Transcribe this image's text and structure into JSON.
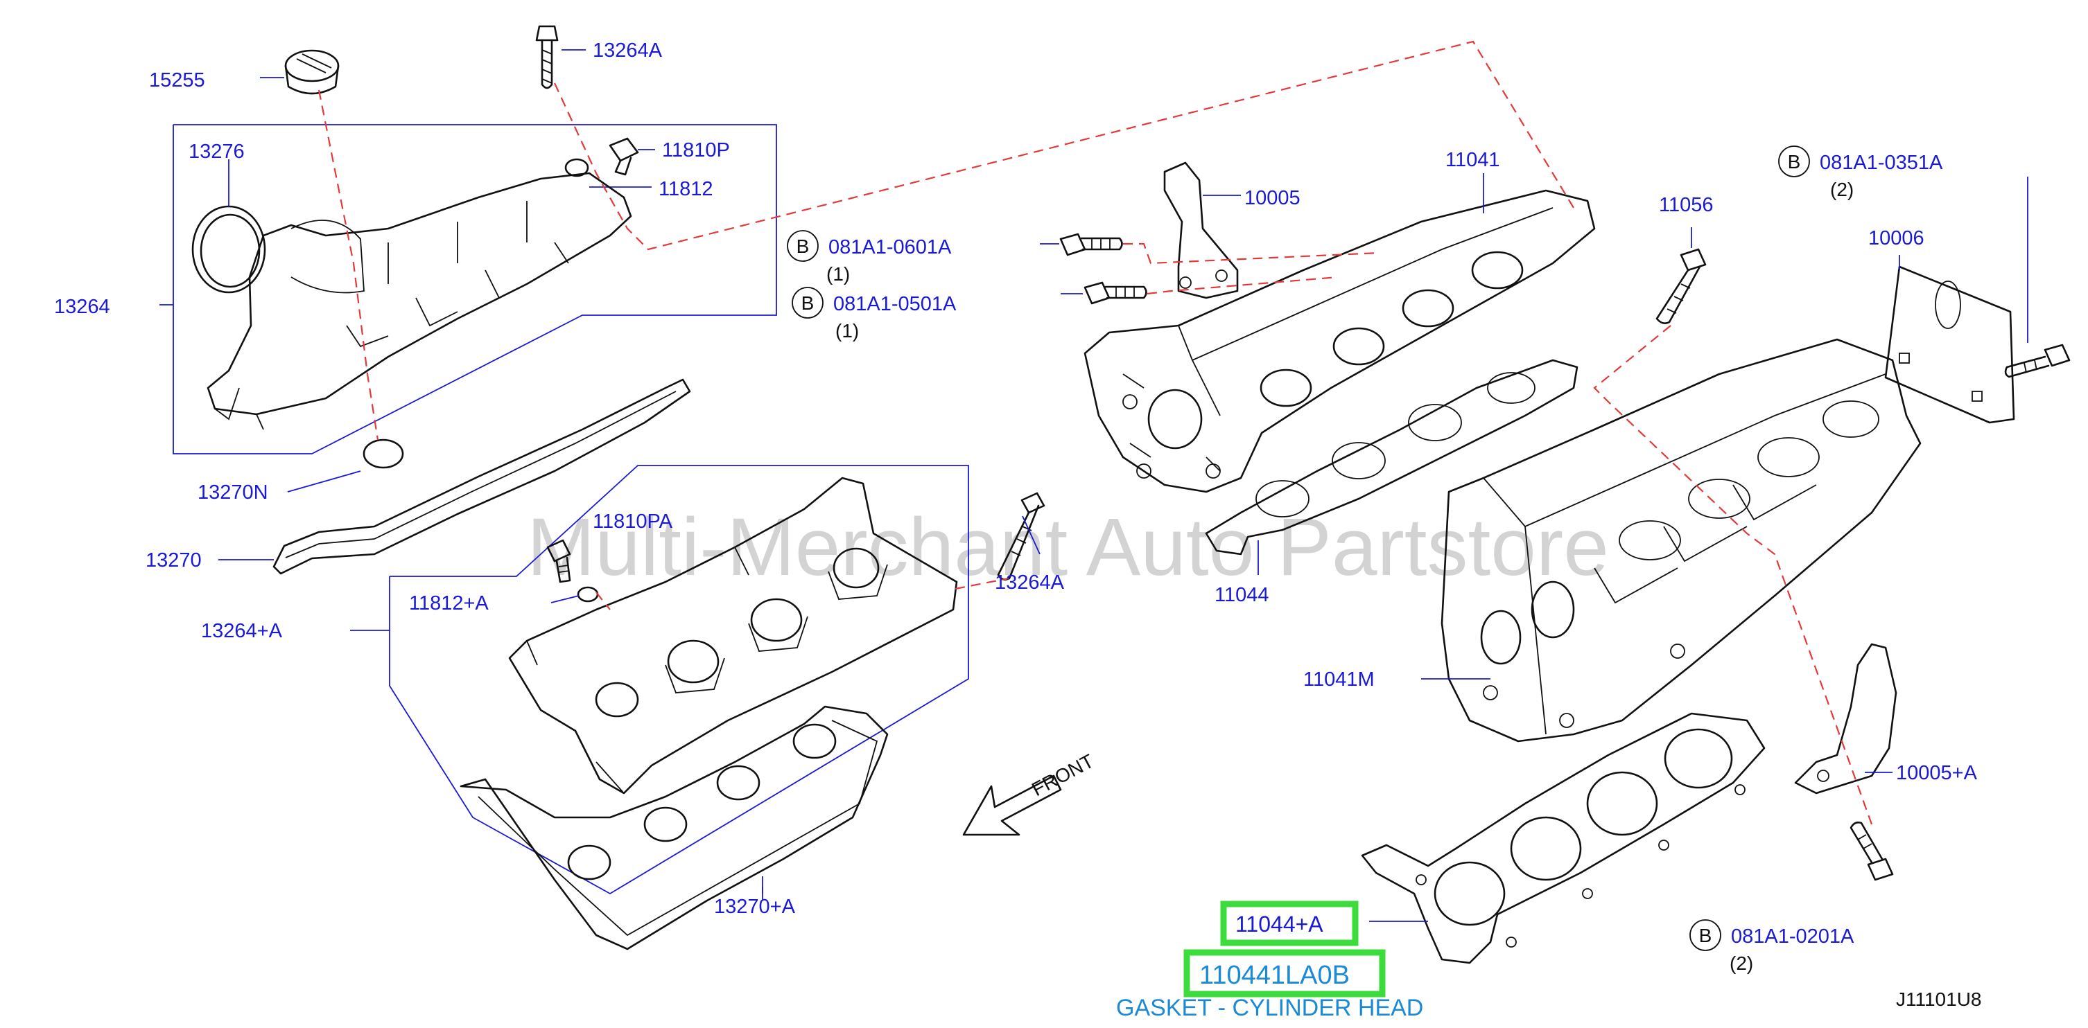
{
  "labels": {
    "p15255": "15255",
    "p13264A_top": "13264A",
    "p11810P": "11810P",
    "p11812": "11812",
    "p13276": "13276",
    "p13264": "13264",
    "p13270N": "13270N",
    "p13270": "13270",
    "p11810PA": "11810PA",
    "p13264A_mid": "13264A",
    "p11812A": "11812+A",
    "p13264plusA": "13264+A",
    "p13270plusA": "13270+A",
    "p081A1_0601A": "081A1-0601A",
    "q0601": "(1)",
    "p081A1_0501A": "081A1-0501A",
    "q0501": "(1)",
    "p10005": "10005",
    "p11041": "11041",
    "p11044": "11044",
    "p11056": "11056",
    "p081A1_0351A": "081A1-0351A",
    "q0351": "(2)",
    "p10006": "10006",
    "p11041M": "11041M",
    "p10005plusA": "10005+A",
    "p081A1_0201A": "081A1-0201A",
    "q0201": "(2)",
    "front": "FRONT",
    "b_circle": "B"
  },
  "highlight": {
    "part_code": "11044+A",
    "part_number": "110441LA0B",
    "description": "GASKET - CYLINDER HEAD"
  },
  "diagram_code": "J11101U8",
  "watermark": "Multi-Merchant Auto Partstore",
  "colors": {
    "label_blue": "#1a1ad6",
    "highlight_green": "#3ddc3d",
    "description_blue": "#1a8ad6",
    "dashed_red": "#e23a3a"
  }
}
